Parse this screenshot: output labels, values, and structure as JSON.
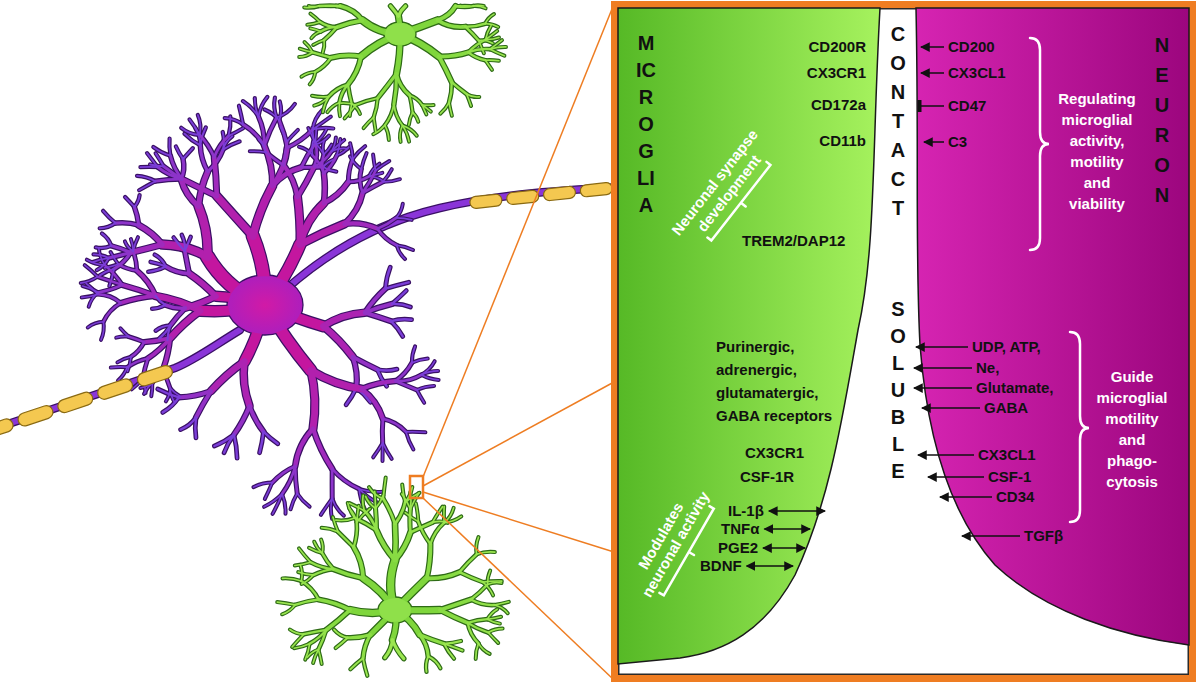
{
  "diagram": {
    "nodes": [
      {
        "text": [
          "CONTACT",
          "SOLUBLE"
        ]
      },
      {
        "text": [
          "MICROGLIA",
          "CD200R",
          "CX3CR1",
          "CD172a",
          "CD11b",
          "Neuronal synapse development",
          "TREM2/DAP12",
          "Purinergic, adrenergic, glutamatergic, GABA receptors",
          "CX3CR1",
          "CSF-1R",
          "Modulates neuronal activity",
          "IL-1β",
          "TNFα",
          "PGE2",
          "BDNF"
        ],
        "in": 0
      },
      {
        "text": [
          "NEURON",
          "CD200",
          "CX3CL1",
          "CD47",
          "C3",
          "Regulating microglial activity, motility and viability",
          "UDP, ATP,",
          "Ne,",
          "Glutamate,",
          "GABA",
          "CX3CL1",
          "CSF-1",
          "CD34",
          "TGFβ",
          "Guide microglial motility and phago- cytosis"
        ],
        "in": 0
      }
    ]
  }
}
